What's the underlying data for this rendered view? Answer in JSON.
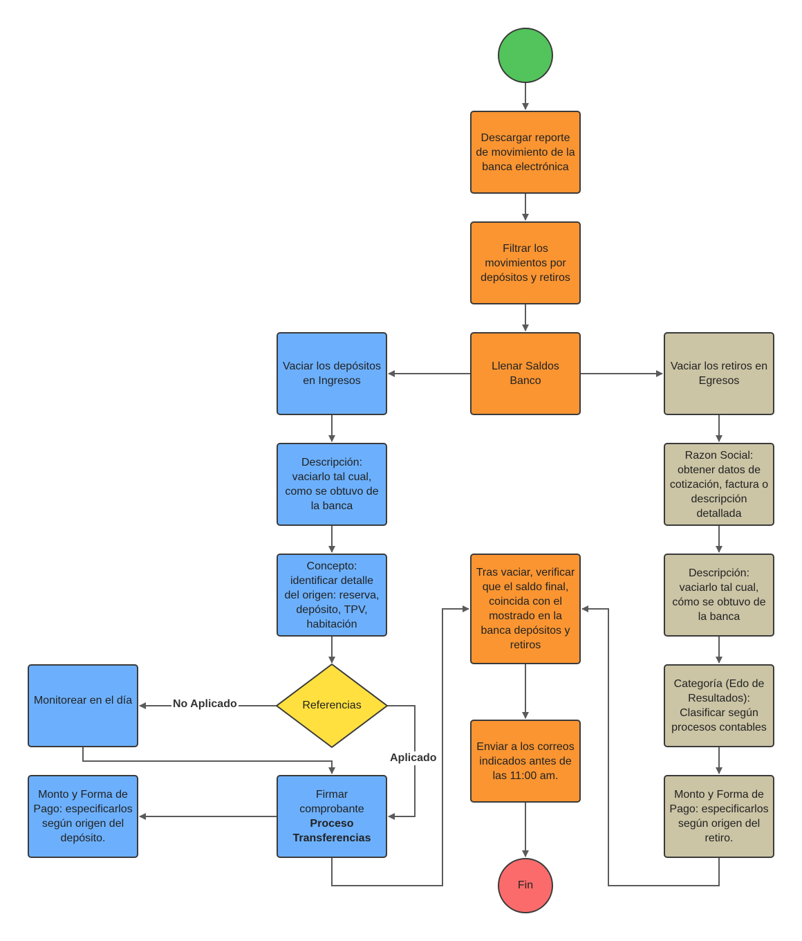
{
  "start": {
    "color": "#52c45b"
  },
  "end": {
    "label": "Fin",
    "color": "#fc6b6b"
  },
  "colors": {
    "process": "#fa9532",
    "ingresos": "#6cb0fd",
    "egresos": "#cbc4a5",
    "decision": "#ffe03f",
    "line": "#5a5a5a"
  },
  "nodes": {
    "descargar": "Descargar reporte de movimiento de la banca electrónica",
    "filtrar": "Filtrar los movimientos por depósitos y retiros",
    "llenar": "Llenar Saldos Banco",
    "depositos": "Vaciar los depósitos en Ingresos",
    "descripcion_ing": "Descripción: vaciarlo tal cual, como se obtuvo de la banca",
    "concepto": "Concepto: identificar detalle del origen: reserva, depósito, TPV, habitación",
    "referencias": "Referencias",
    "monitorear": "Monitorear en el día",
    "firmar_line1": "Firmar comprobante",
    "firmar_line2": "Proceso Transferencias",
    "monto_ing": "Monto y Forma de Pago: especificarlos según origen del depósito.",
    "tras_vaciar": "Tras vaciar, verificar que el saldo final, coincida con el mostrado en la banca depósitos y retiros",
    "enviar": "Enviar a los correos indicados antes de las 11:00 am.",
    "retiros": "Vaciar los retiros en Egresos",
    "razon_social": "Razon Social: obtener datos de cotización, factura o descripción detallada",
    "descripcion_egr": "Descripción: vaciarlo tal cual, cómo se obtuvo de la banca",
    "categoria": "Categoría (Edo de Resultados): Clasificar según procesos contables",
    "monto_egr": "Monto y Forma de Pago: especificarlos según origen del retiro."
  },
  "edge_labels": {
    "no_aplicado": "No Aplicado",
    "aplicado": "Aplicado"
  }
}
